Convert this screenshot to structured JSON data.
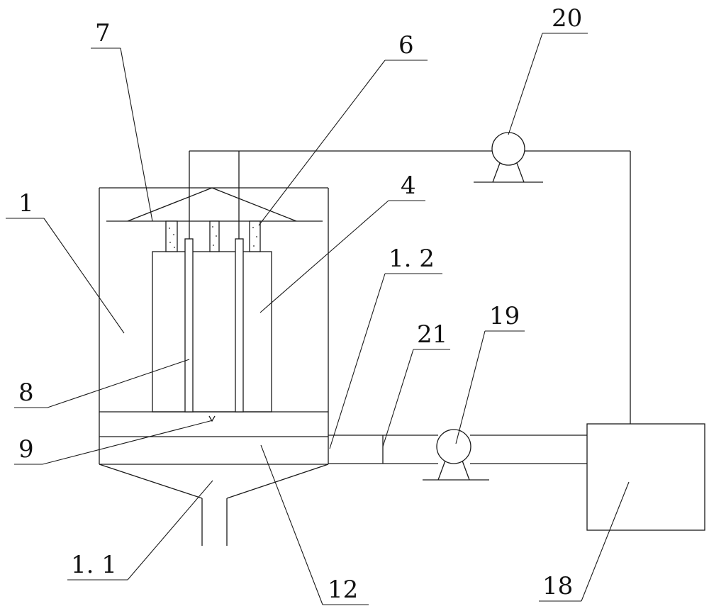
{
  "diagram": {
    "labels": {
      "l1": "1",
      "l1_1": "1. 1",
      "l1_2": "1. 2",
      "l4": "4",
      "l6": "6",
      "l7": "7",
      "l8": "8",
      "l9": "9",
      "l12": "12",
      "l18": "18",
      "l19": "19",
      "l20": "20",
      "l21": "21"
    },
    "colors": {
      "line": "#1a1a1a",
      "background": "#ffffff"
    }
  }
}
